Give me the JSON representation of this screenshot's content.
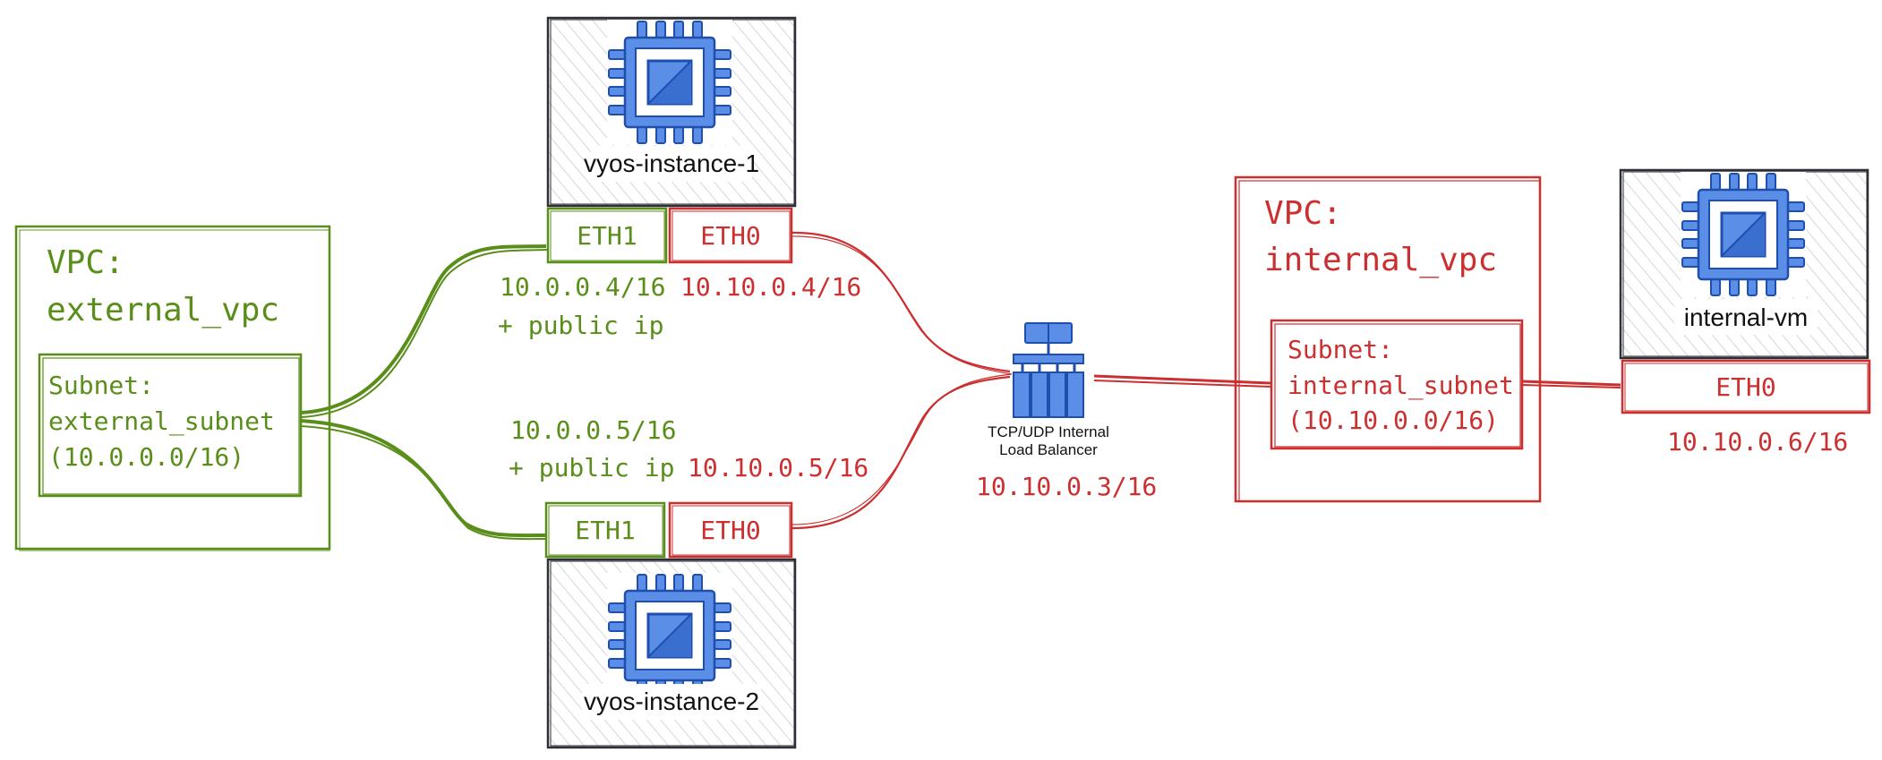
{
  "colors": {
    "green": "#5a8e1a",
    "red": "#cc2f2f",
    "dark": "#2c2f36",
    "chip_blue": "#5b8ee6",
    "chip_dark": "#1f4fae",
    "hatch": "#c9ccd3"
  },
  "external_vpc": {
    "title_line1": "VPC:",
    "title_line2": "external_vpc",
    "subnet_line1": "Subnet:",
    "subnet_line2": "external_subnet",
    "subnet_line3": "(10.0.0.0/16)"
  },
  "internal_vpc": {
    "title_line1": "VPC:",
    "title_line2": "internal_vpc",
    "subnet_line1": "Subnet:",
    "subnet_line2": "internal_subnet",
    "subnet_line3": "(10.10.0.0/16)"
  },
  "vyos1": {
    "name": "vyos-instance-1",
    "eth1_label": "ETH1",
    "eth0_label": "ETH0",
    "eth1_ip": "10.0.0.4/16",
    "eth1_extra": "+ public ip",
    "eth0_ip": "10.10.0.4/16",
    "icon": "cpu-chip-icon"
  },
  "vyos2": {
    "name": "vyos-instance-2",
    "eth1_label": "ETH1",
    "eth0_label": "ETH0",
    "eth1_ip": "10.0.0.5/16",
    "eth1_extra": "+ public ip",
    "eth0_ip": "10.10.0.5/16",
    "icon": "cpu-chip-icon"
  },
  "load_balancer": {
    "label_line1": "TCP/UDP Internal",
    "label_line2": "Load Balancer",
    "ip": "10.10.0.3/16",
    "icon": "load-balancer-icon"
  },
  "internal_vm": {
    "name": "internal-vm",
    "eth0_label": "ETH0",
    "eth0_ip": "10.10.0.6/16",
    "icon": "cpu-chip-icon"
  }
}
